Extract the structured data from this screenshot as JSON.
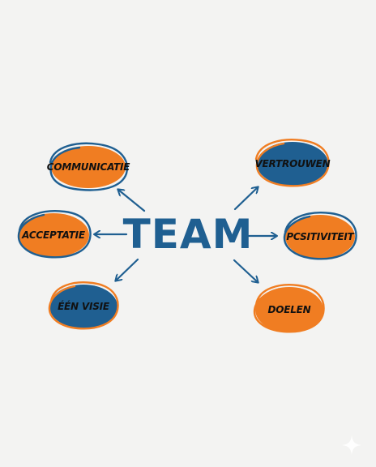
{
  "center": {
    "label": "TEAM"
  },
  "nodes": [
    {
      "id": "communicatie",
      "label": "COMMUNICATIE",
      "fill": "orange",
      "ring": "blue"
    },
    {
      "id": "acceptatie",
      "label": "ACCEPTATIE",
      "fill": "orange",
      "ring": "blue"
    },
    {
      "id": "een-visie",
      "label": "ÉÉN VISIE",
      "fill": "blue",
      "ring": "orange"
    },
    {
      "id": "vertrouwen",
      "label": "VERTROUWEN",
      "fill": "blue",
      "ring": "orange"
    },
    {
      "id": "positiviteit",
      "label": "PCSITIVITEIT",
      "fill": "orange",
      "ring": "blue"
    },
    {
      "id": "doelen",
      "label": "DOELEN",
      "fill": "orange",
      "ring": "orange"
    }
  ],
  "colors": {
    "background": "#f3f3f2",
    "blue": "#1f5f91",
    "orange": "#f07d22",
    "text": "#111111"
  },
  "decorations": {
    "corner_icon": "sparkle-icon"
  }
}
